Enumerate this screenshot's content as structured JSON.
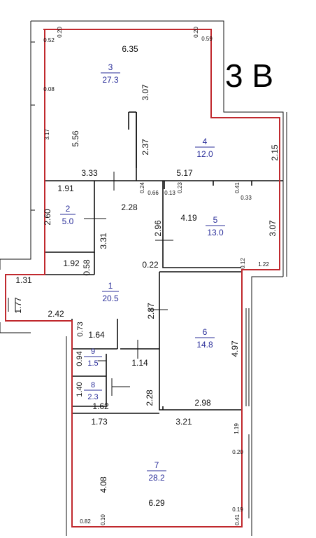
{
  "apartment_label": "3 В",
  "colors": {
    "outline": "#c0282d",
    "wall": "#111111",
    "room_text": "#2b2f9a"
  },
  "rooms": [
    {
      "num": "1",
      "area": "20.5"
    },
    {
      "num": "2",
      "area": "5.0"
    },
    {
      "num": "3",
      "area": "27.3"
    },
    {
      "num": "4",
      "area": "12.0"
    },
    {
      "num": "5",
      "area": "13.0"
    },
    {
      "num": "6",
      "area": "14.8"
    },
    {
      "num": "7",
      "area": "28.2"
    },
    {
      "num": "8",
      "area": "2.3"
    },
    {
      "num": "9",
      "area": "1.5"
    }
  ],
  "dimensions": [
    "6.35",
    "3.07",
    "5.56",
    "3.17",
    "0.08",
    "0.20",
    "0.52",
    "0.20",
    "0.59",
    "2.37",
    "2.15",
    "3.33",
    "5.17",
    "1.91",
    "0.24",
    "0.66",
    "0.13",
    "0.23",
    "0.41",
    "0.33",
    "2.60",
    "2.28",
    "3.31",
    "2.96",
    "4.19",
    "3.07",
    "1.92",
    "0.58",
    "0.22",
    "0.12",
    "1.22",
    "1.31",
    "1.77",
    "2.42",
    "2.87",
    "0.73",
    "1.64",
    "0.94",
    "1.14",
    "4.97",
    "1.40",
    "2.28",
    "1.62",
    "2.98",
    "1.73",
    "3.21",
    "1.19",
    "0.20",
    "4.08",
    "6.29",
    "0.19",
    "0.82",
    "0.10",
    "0.41"
  ]
}
